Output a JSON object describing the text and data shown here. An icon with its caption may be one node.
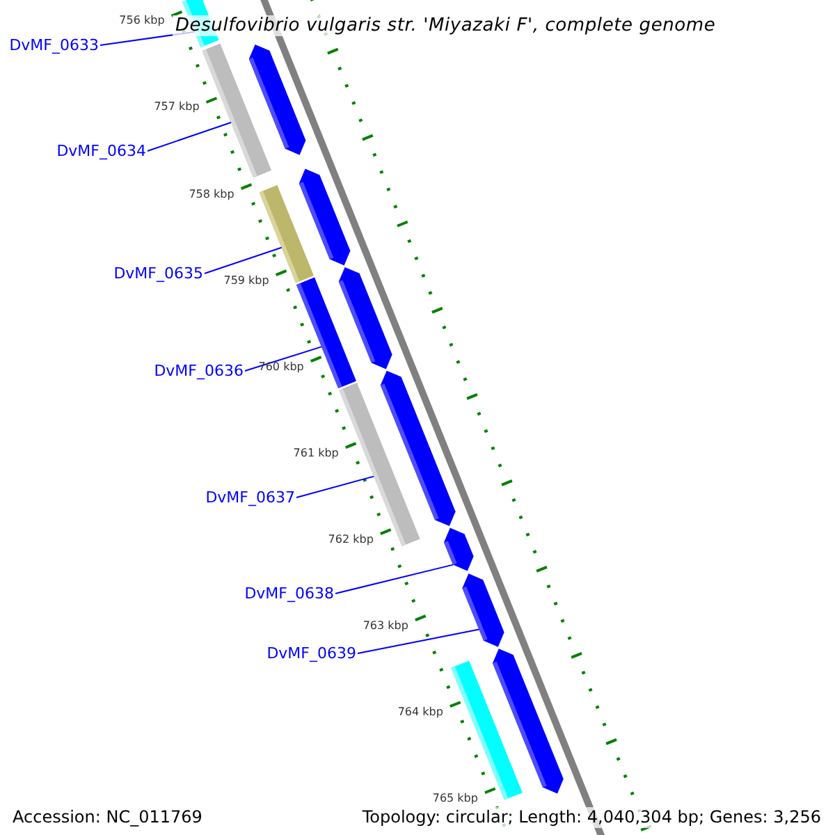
{
  "diagram": {
    "title": "Desulfovibrio vulgaris str. 'Miyazaki F', complete genome",
    "nodes": [
      {
        "text": [
          "DvMF_0633"
        ]
      },
      {
        "text": [
          "DvMF_0634"
        ]
      },
      {
        "text": [
          "DvMF_0635"
        ]
      },
      {
        "text": [
          "DvMF_0636"
        ]
      },
      {
        "text": [
          "DvMF_0637"
        ]
      },
      {
        "text": [
          "DvMF_0638"
        ]
      },
      {
        "text": [
          "DvMF_0639"
        ]
      },
      {
        "text": [],
        "shape": "bar"
      },
      {
        "text": [],
        "shape": "bar"
      },
      {
        "text": [],
        "shape": "bar"
      },
      {
        "text": [],
        "shape": "bar"
      },
      {
        "text": [],
        "shape": "bar"
      },
      {
        "text": [],
        "shape": "bar"
      },
      {
        "text": [],
        "shape": "bar"
      },
      {
        "text": [],
        "shape": "bar"
      },
      {
        "text": [],
        "shape": "bar"
      },
      {
        "text": [],
        "shape": "bar"
      },
      {
        "text": [],
        "shape": "bar"
      },
      {
        "text": [],
        "shape": "bar"
      },
      {
        "text": [],
        "shape": "bar"
      }
    ],
    "edges": [
      {
        "from": 0,
        "to": 7,
        "arrow": "none"
      },
      {
        "from": 1,
        "to": 8,
        "arrow": "none"
      },
      {
        "from": 2,
        "to": 9,
        "arrow": "none"
      },
      {
        "from": 3,
        "to": 10,
        "arrow": "none"
      },
      {
        "from": 4,
        "to": 11,
        "arrow": "none"
      },
      {
        "from": 5,
        "to": 17,
        "arrow": "none"
      },
      {
        "from": 6,
        "to": 18,
        "arrow": "none"
      }
    ],
    "labels": [
      "756 kbp",
      "757 kbp",
      "758 kbp",
      "759 kbp",
      "760 kbp",
      "761 kbp",
      "762 kbp",
      "763 kbp",
      "764 kbp",
      "765 kbp",
      "Accession: NC_011769",
      "Topology: circular; Length: 4,040,304 bp; Genes: 3,256"
    ]
  }
}
